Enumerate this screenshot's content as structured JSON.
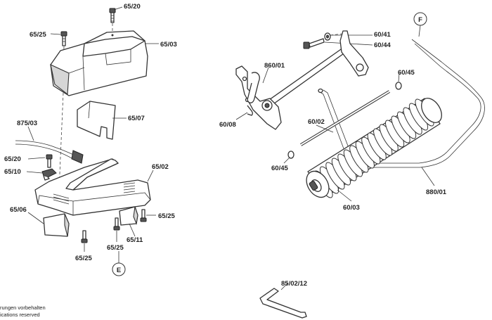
{
  "labels": {
    "p6520_top": "65/20",
    "p6525_topleft": "65/25",
    "p6503": "65/03",
    "p6507": "65/07",
    "p87503": "875/03",
    "p6520_mid": "65/20",
    "p6510": "65/10",
    "p6502": "65/02",
    "p6506": "65/06",
    "p6525_right": "65/25",
    "p6511": "65/11",
    "p6525_bottom_mid": "65/25",
    "p6525_bottom_left": "65/25",
    "ref_e": "E",
    "ref_f": "F",
    "p6041": "60/41",
    "p6044": "60/44",
    "p86001": "860/01",
    "p6045_right": "60/45",
    "p6008": "60/08",
    "p6002": "60/02",
    "p6045_left": "60/45",
    "p6003": "60/03",
    "p88001": "880/01",
    "p8502": "85/02/12"
  },
  "footer": {
    "line1": "rungen vorbehalten",
    "line2": "ications reserved"
  }
}
